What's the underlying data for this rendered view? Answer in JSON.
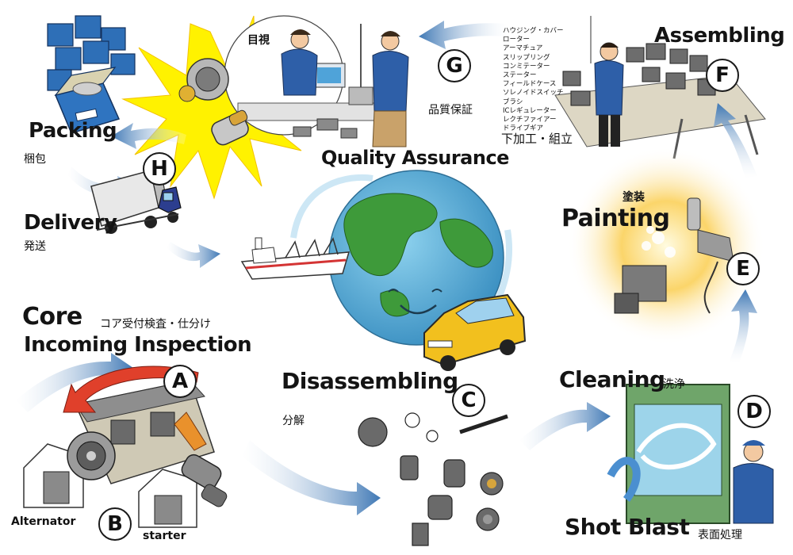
{
  "steps": {
    "a": {
      "letter": "A",
      "title_line1": "Core",
      "title_line2": "Incoming Inspection",
      "jp": "コア受付検査・仕分け"
    },
    "b": {
      "letter": "B",
      "left_label": "Alternator",
      "right_label": "starter"
    },
    "c": {
      "letter": "C",
      "title": "Disassembling",
      "jp": "分解"
    },
    "d": {
      "letter": "D",
      "title_top": "Cleaning",
      "jp_top": "洗浄",
      "title_bottom": "Shot Blast",
      "jp_bottom": "表面処理"
    },
    "e": {
      "letter": "E",
      "title": "Painting",
      "jp": "塗装"
    },
    "f": {
      "letter": "F",
      "title": "Assembling",
      "jp": "下加工・組立",
      "parts": [
        "ハウジング・カバー",
        "ローター",
        "アーマチュア",
        "スリップリング",
        "コンミテーター",
        "ステーター",
        "フィールドケース",
        "ソレノイドスイッチ",
        "ブラシ",
        "ICレギュレーター",
        "レクチファイアー",
        "ドライブギア"
      ]
    },
    "g": {
      "letter": "G",
      "title": "Quality Assurance",
      "jp": "品質保証",
      "jp_inspect": "目視"
    },
    "h": {
      "letter": "H",
      "packing": "Packing",
      "packing_jp": "梱包",
      "delivery": "Delivery",
      "delivery_jp": "発送"
    }
  },
  "colors": {
    "arrow": "#3f78b5",
    "earth_ocean": "#5ab0d6",
    "earth_land": "#3e9a3a",
    "burst": "#fff200",
    "paint_glow": "#f7b733",
    "factory_roof": "#e0402b",
    "box": "#2e6fb7",
    "truck": "#2c3e8f",
    "car": "#f2c01e",
    "shirt": "#2e5fa8"
  },
  "icons": [
    "earth-icon",
    "ship-icon",
    "car-icon",
    "truck-icon",
    "boxes-icon",
    "alternator-icon",
    "starter-icon",
    "factory-icon",
    "spray-gun-icon",
    "parts-icon",
    "worker-icon"
  ]
}
